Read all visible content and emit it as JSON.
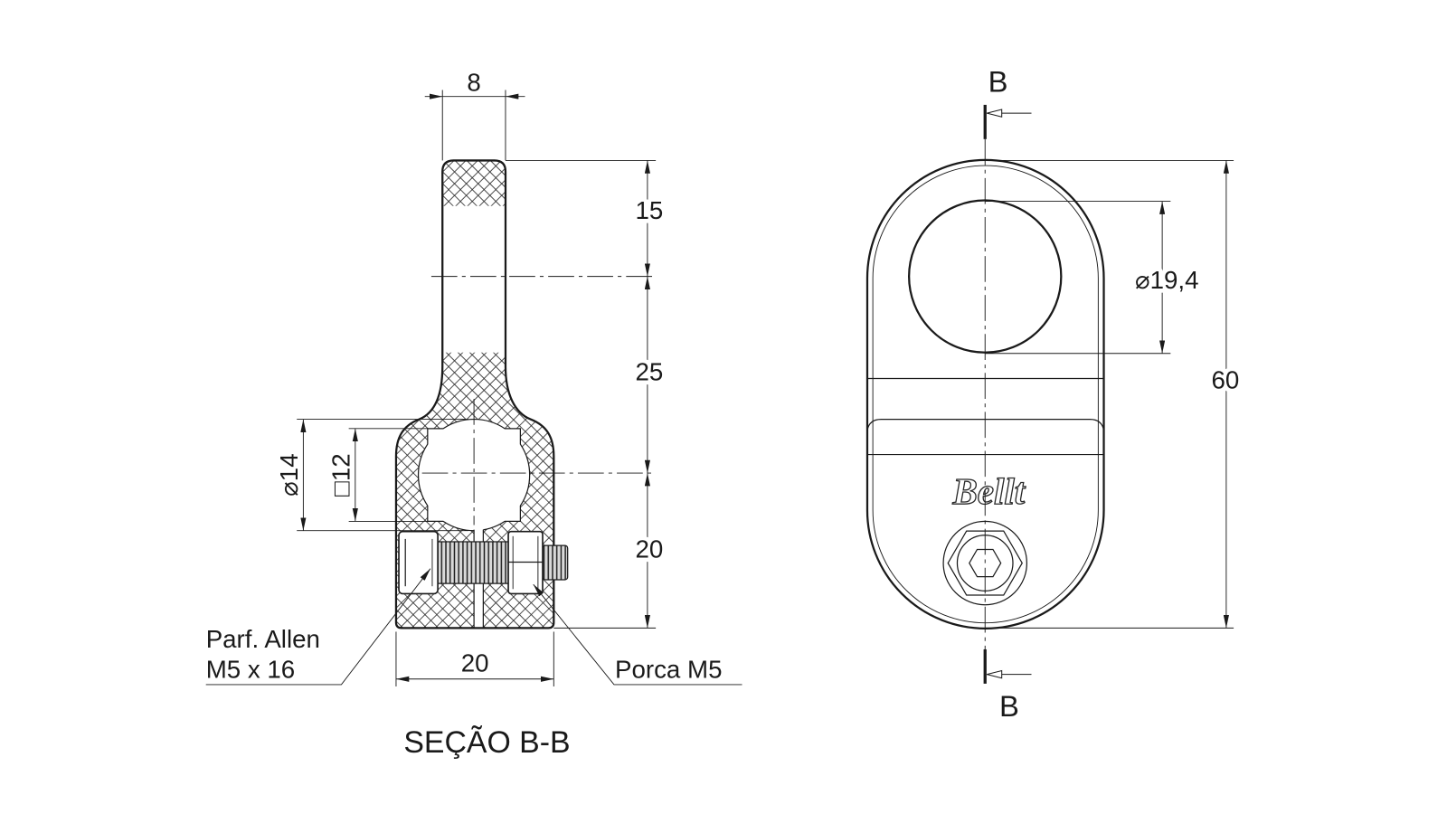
{
  "section_view": {
    "title": "SEÇÃO B-B",
    "dims": {
      "top_width": "8",
      "top_height": "15",
      "middle_height": "25",
      "lower_height": "20",
      "bottom_width": "20",
      "bore_diameter": "⌀14",
      "bore_square": "□12"
    },
    "callouts": {
      "bolt_line1": "Parf. Allen",
      "bolt_line2": "M5 x 16",
      "nut": "Porca M5"
    }
  },
  "front_view": {
    "section_mark_top": "B",
    "section_mark_bottom": "B",
    "logo": "Bellt",
    "dims": {
      "hole_diameter": "⌀19,4",
      "total_height": "60"
    }
  },
  "colors": {
    "line": "#1a1a1a",
    "background": "#ffffff"
  }
}
